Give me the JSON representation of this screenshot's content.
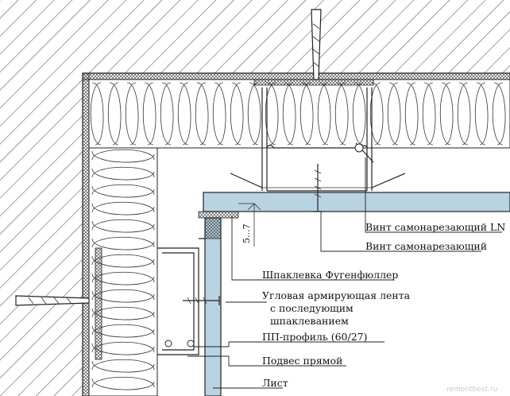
{
  "labels": {
    "screw_ln": "Винт самонарезающий LN",
    "screw": "Винт самонарезающий",
    "putty": "Шпаклевка Фугенфюллер",
    "tape_line1": "Угловая армирующая лента",
    "tape_line2": "с последующим",
    "tape_line3": "шпаклеванием",
    "profile": "ПП-профиль (60/27)",
    "hanger": "Подвес прямой",
    "sheet": "Лист"
  },
  "dimension": "5...7",
  "watermark": "remontbest.ru",
  "colors": {
    "board": "#b9d3e2",
    "line": "#222222",
    "hatch": "#444444"
  }
}
